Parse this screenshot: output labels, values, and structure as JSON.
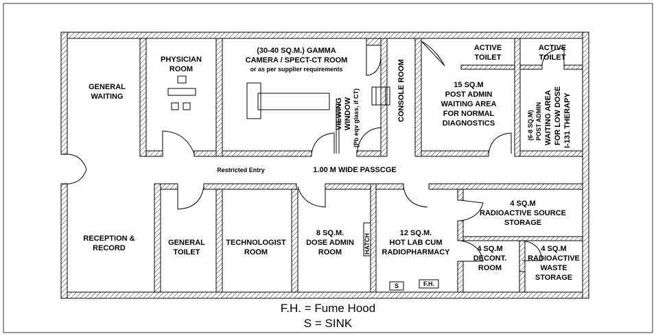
{
  "rooms": {
    "general_waiting": [
      "GENERAL",
      "WAITING"
    ],
    "physician_room": [
      "PHYSICIAN",
      "ROOM"
    ],
    "gamma_camera_room": [
      "(30-40 SQ.M.) GAMMA",
      "CAMERA / SPECT-CT ROOM",
      "or as per supplier requirements"
    ],
    "viewing_window": [
      "VIEWING",
      "WINDOW",
      "(Pb eqv glass, if CT)"
    ],
    "console_room": "CONSOLE ROOM",
    "active_toilet_1": [
      "ACTIVE",
      "TOILET"
    ],
    "active_toilet_2": [
      "ACTIVE",
      "TOILET"
    ],
    "post_admin_normal": [
      "15 SQ.M",
      "POST ADMIN",
      "WAITING AREA",
      "FOR NORMAL",
      "DIAGNOSTICS"
    ],
    "post_admin_low_dose": [
      "(6-8 SQ.M)",
      "POST ADMIN",
      "WAITING AREA",
      "FOR LOW DOSE",
      "I-131 THERAPY"
    ],
    "restricted_entry": "Restricted Entry",
    "passage": "1.00 M WIDE PASSCGE",
    "reception": [
      "RECEPTION &",
      "RECORD"
    ],
    "general_toilet": [
      "GENERAL",
      "TOILET"
    ],
    "technologist_room": [
      "TECHNOLOGIST",
      "ROOM"
    ],
    "dose_admin_room": [
      "8 SQ.M.",
      "DOSE ADMIN",
      "ROOM"
    ],
    "hatch": "HATCH",
    "hot_lab": [
      "12 SQ.M.",
      "HOT LAB CUM",
      "RADIOPHARMACY"
    ],
    "sink_tag": "S",
    "fume_hood_tag": "F.H.",
    "source_storage": [
      "4 SQ.M",
      "RADIOACTIVE SOURCE",
      "STORAGE"
    ],
    "decont_room": [
      "4 SQ.M",
      "DECONT.",
      "ROOM"
    ],
    "waste_storage": [
      "4 SQ.M",
      "RADIOACTIVE",
      "WASTE",
      "STORAGE"
    ]
  },
  "legend": {
    "fume_hood": "F.H. = Fume Hood",
    "sink": "S = SINK"
  }
}
